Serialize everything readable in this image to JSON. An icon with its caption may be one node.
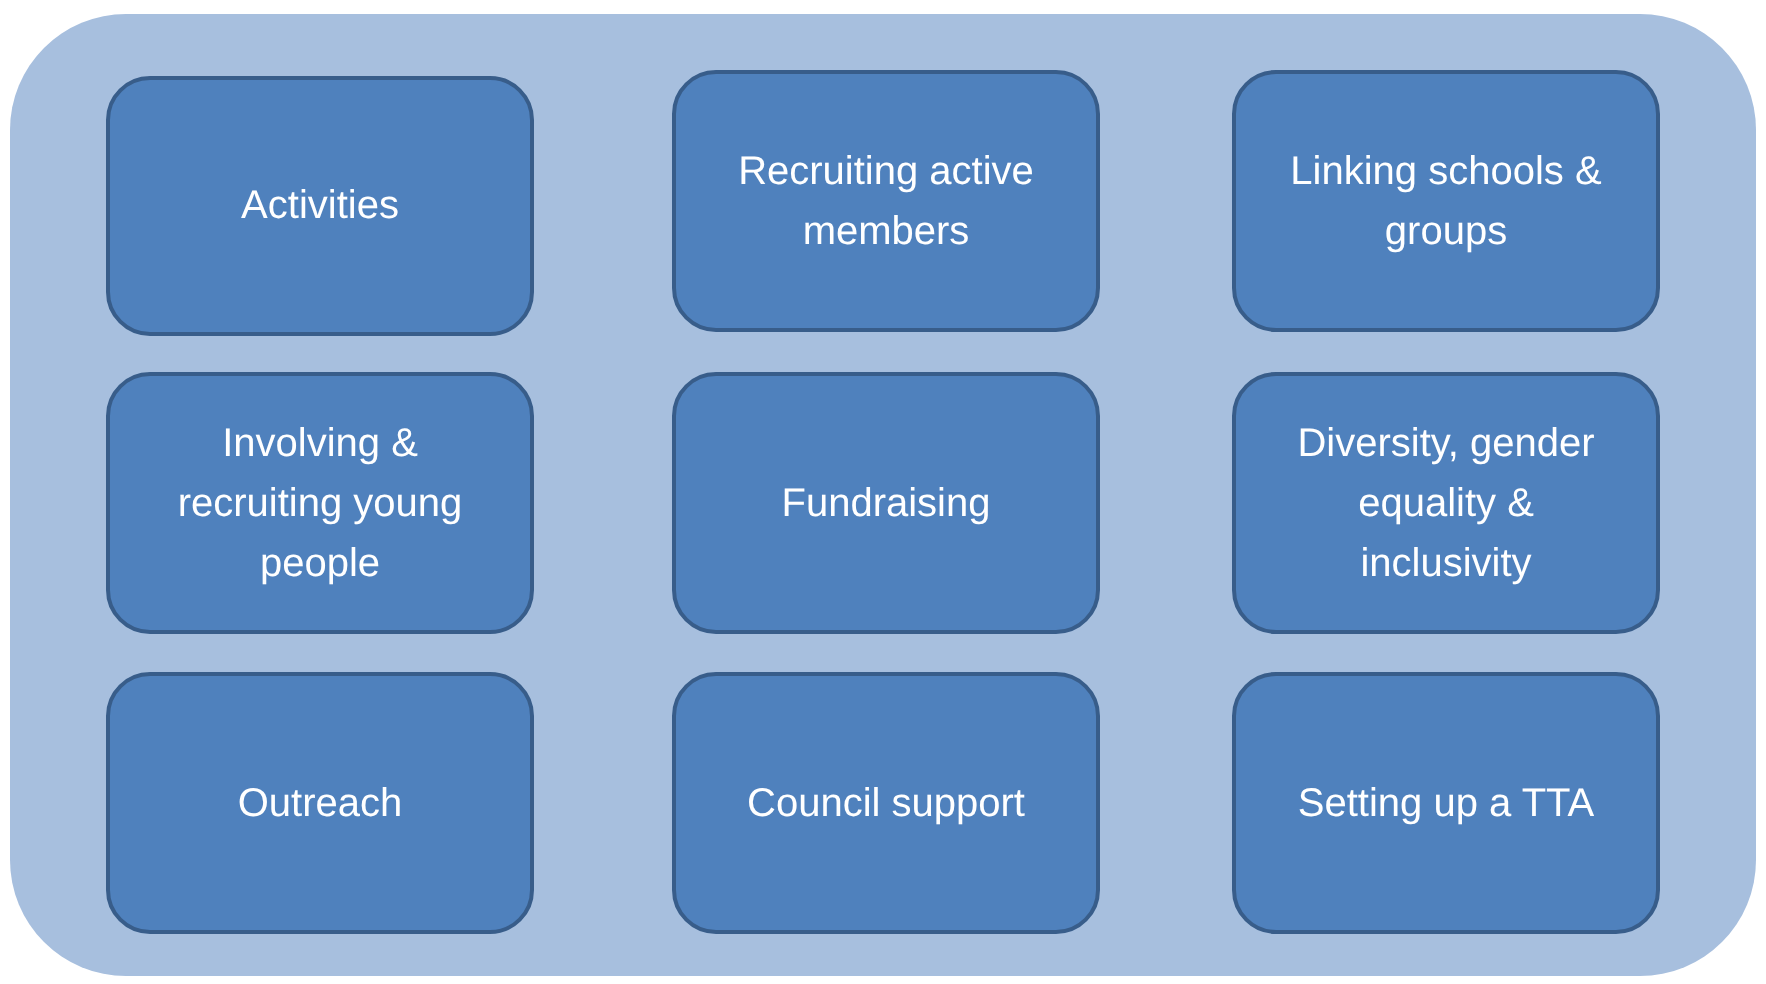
{
  "diagram": {
    "nodes": [
      {
        "text": [],
        "shape": "box"
      },
      {
        "text": [
          "Activities"
        ],
        "in": 0
      },
      {
        "text": [
          "Recruiting active members"
        ],
        "in": 0
      },
      {
        "text": [
          "Linking schools & groups"
        ],
        "in": 0
      },
      {
        "text": [
          "Involving & recruiting young people"
        ],
        "in": 0
      },
      {
        "text": [
          "Fundraising"
        ],
        "in": 0
      },
      {
        "text": [
          "Diversity, gender equality & inclusivity"
        ],
        "in": 0
      },
      {
        "text": [
          "Outreach"
        ],
        "in": 0
      },
      {
        "text": [
          "Council support"
        ],
        "in": 0
      },
      {
        "text": [
          "Setting up a TTA"
        ],
        "in": 0
      }
    ]
  }
}
